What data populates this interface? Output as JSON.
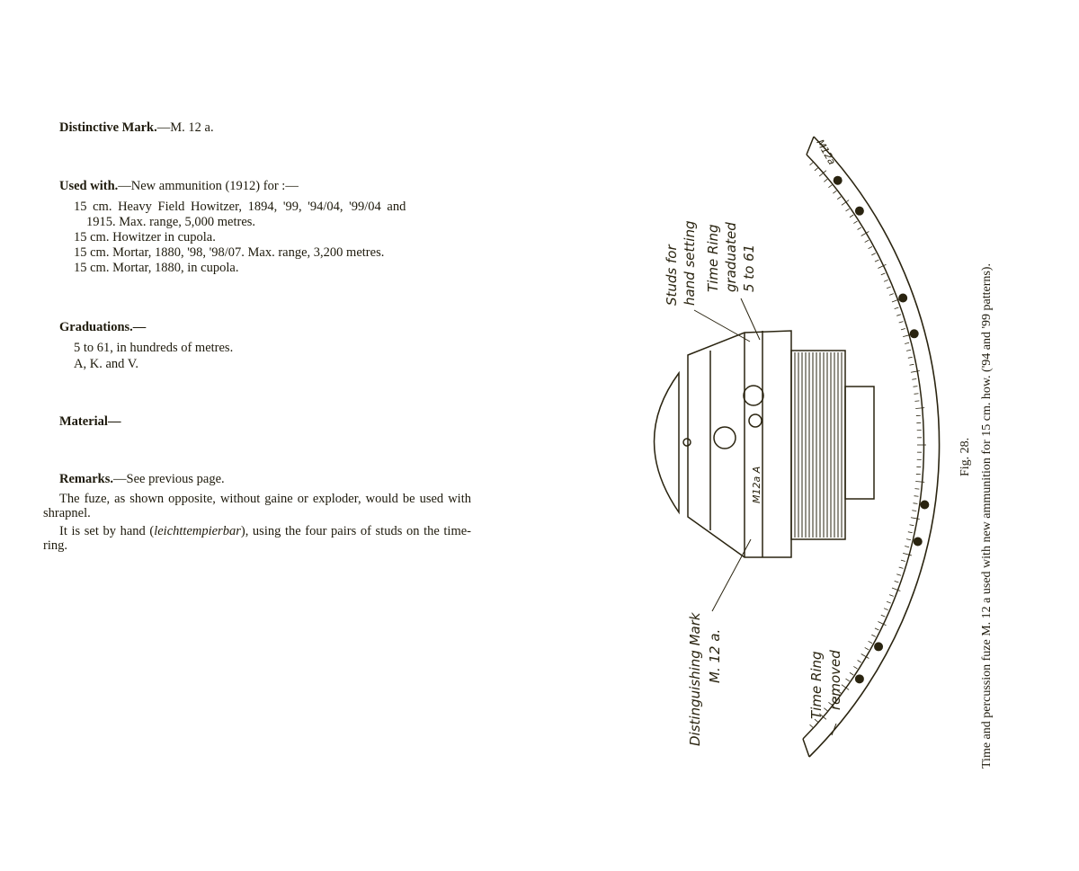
{
  "left_page": {
    "distinctive_mark": {
      "heading": "Distinctive Mark.",
      "value": "—M. 12 a."
    },
    "used_with": {
      "heading": "Used with.",
      "intro": "—New ammunition (1912) for :—",
      "items": [
        "15 cm. Heavy Field Howitzer, 1894, '99, '94/04, '99/04 and",
        "1915.   Max. range, 5,000 metres.",
        "15 cm. Howitzer in cupola.",
        "15 cm. Mortar, 1880, '98, '98/07.  Max. range, 3,200 metres.",
        "15 cm. Mortar, 1880, in cupola."
      ]
    },
    "graduations": {
      "heading": "Graduations.—",
      "lines": [
        "5 to 61, in hundreds of metres.",
        "A, K. and V."
      ]
    },
    "material": {
      "heading": "Material—"
    },
    "remarks": {
      "heading": "Remarks.",
      "intro": "—See previous page.",
      "para1": "The fuze, as shown opposite, without gaine or exploder, would be used with shrapnel.",
      "para2_before": "It is set by hand (",
      "para2_italic": "leichttempierbar",
      "para2_after": "), using the four pairs of studs on the time-ring."
    }
  },
  "figure": {
    "labels": {
      "studs": [
        "Studs for",
        "hand setting"
      ],
      "time_ring": [
        "Time Ring",
        "graduated",
        "5 to 61"
      ],
      "distinguishing": [
        "Distinguishing Mark",
        "M. 12 a."
      ],
      "ring_removed": [
        "Time Ring",
        "removed"
      ],
      "ring_mark": "M12a",
      "body_mark": "M12a A"
    },
    "fig_number": "Fig. 28.",
    "caption": "Time and percussion fuze M. 12 a used with new ammunition for 15 cm. how. ('94 and '99 patterns)."
  }
}
